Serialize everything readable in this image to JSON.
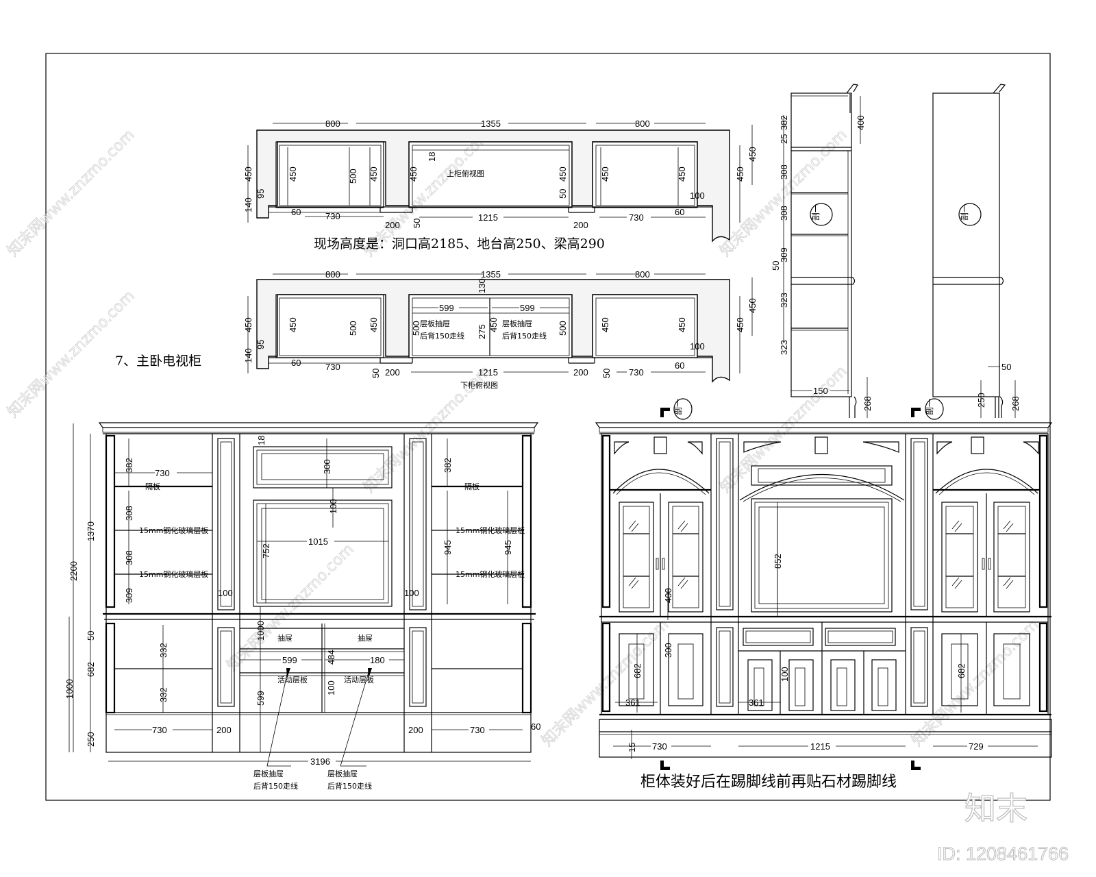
{
  "title": "7、主卧电视柜",
  "site_note": "现场高度是：洞口高2185、地台高250、梁高290",
  "bottom_note": "柜体装好后在踢脚线前再贴石材踢脚线",
  "brand": {
    "logo": "知末",
    "id": "ID: 1208461766",
    "watermark": "知末网www.znzmo.com"
  },
  "plan_upper": {
    "caption": "上柜俯视图",
    "top_dims": [
      "800",
      "1355",
      "800"
    ],
    "bottom_dims": [
      "60",
      "730",
      "200",
      "50",
      "1215",
      "200",
      "730",
      "60"
    ],
    "left_dims": [
      "140",
      "450",
      "95"
    ],
    "right_dims": [
      "450",
      "100"
    ],
    "inner_dims": [
      "450",
      "500",
      "450",
      "18",
      "450",
      "50",
      "450",
      "450",
      "450"
    ]
  },
  "plan_lower": {
    "caption": "下柜俯视图",
    "top_dims": [
      "800",
      "1355",
      "800"
    ],
    "bottom_dims": [
      "60",
      "730",
      "50",
      "200",
      "1215",
      "200",
      "50",
      "730",
      "60"
    ],
    "left_dims": [
      "140",
      "450",
      "95"
    ],
    "right_dims": [
      "450",
      "100"
    ],
    "inner_dims": [
      "450",
      "500",
      "450",
      "500",
      "599",
      "599",
      "130",
      "275",
      "450",
      "500",
      "450",
      "450"
    ],
    "drawer_labels": [
      "层板抽屉",
      "层板抽屉"
    ],
    "drawer_sublabels": [
      "后背150走线",
      "后背150走线"
    ]
  },
  "section_left": {
    "tag": "剖一",
    "dims_left": [
      "25",
      "382",
      "308",
      "308",
      "309",
      "50",
      "323",
      "323"
    ],
    "dims_outer": [
      "450",
      "450"
    ],
    "dims_right": [
      "400",
      "268"
    ],
    "dims_bottom": [
      "150"
    ]
  },
  "section_right": {
    "tag": "剖一",
    "dims": [
      "50",
      "250",
      "268"
    ]
  },
  "elevation_left": {
    "overall_width": "3196",
    "dims_outer": [
      "2200",
      "1000"
    ],
    "dims_inner": [
      "1370",
      "50",
      "682",
      "250",
      "18"
    ],
    "left_bay": [
      "382",
      "730",
      "308",
      "308",
      "309",
      "332",
      "332",
      "730",
      "200"
    ],
    "right_bay": [
      "382",
      "945",
      "945",
      "200",
      "730",
      "60"
    ],
    "center": [
      "18",
      "300",
      "100",
      "1015",
      "752",
      "100",
      "100",
      "1000",
      "599",
      "599",
      "180",
      "484",
      "100"
    ],
    "shelf_labels": [
      "隔板",
      "15mm钢化玻璃层板",
      "15mm钢化玻璃层板",
      "隔板",
      "15mm钢化玻璃层板",
      "15mm钢化玻璃层板"
    ],
    "drawer_labels": [
      "抽屉",
      "抽屉"
    ],
    "shelf_lower_labels": [
      "活动层板",
      "活动层板"
    ],
    "callouts": [
      "层板抽屉",
      "后背150走线",
      "层板抽屉",
      "后背150走线"
    ]
  },
  "elevation_right": {
    "section_tags": [
      "剖一",
      "剖一"
    ],
    "dims": [
      "852",
      "400",
      "300",
      "682",
      "361",
      "100",
      "361",
      "682"
    ],
    "bottom_dims": [
      "15",
      "730",
      "1215",
      "729"
    ]
  }
}
